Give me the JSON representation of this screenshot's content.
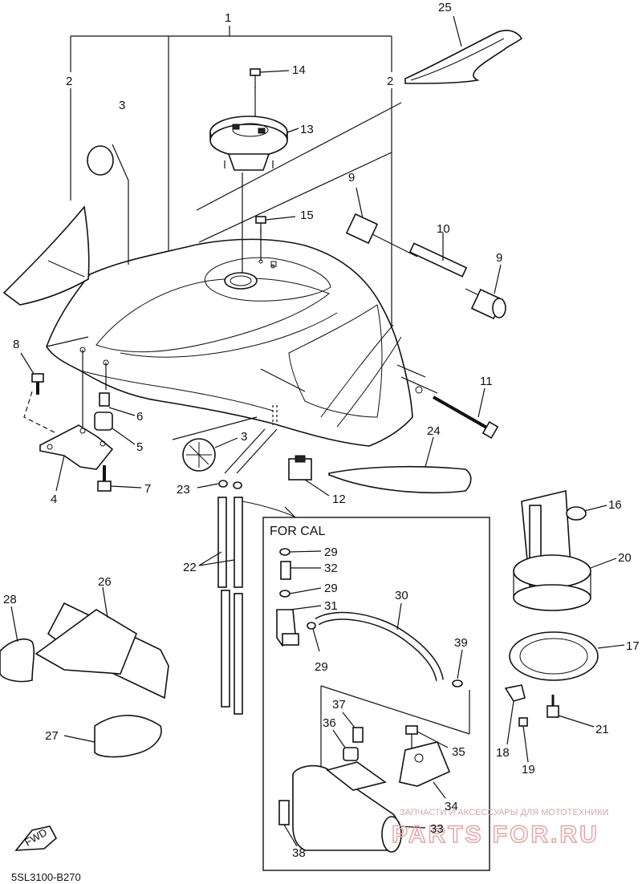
{
  "callouts": {
    "c1": "1",
    "c2a": "2",
    "c2b": "2",
    "c3a": "3",
    "c3b": "3",
    "c4": "4",
    "c5": "5",
    "c6": "6",
    "c7": "7",
    "c8": "8",
    "c9a": "9",
    "c9b": "9",
    "c10": "10",
    "c11": "11",
    "c12": "12",
    "c13": "13",
    "c14": "14",
    "c15": "15",
    "c16": "16",
    "c17": "17",
    "c18": "18",
    "c19": "19",
    "c20": "20",
    "c21": "21",
    "c22": "22",
    "c23": "23",
    "c24": "24",
    "c25": "25",
    "c26": "26",
    "c27": "27",
    "c28": "28",
    "c29a": "29",
    "c29b": "29",
    "c29c": "29",
    "c30": "30",
    "c31": "31",
    "c32": "32",
    "c33": "33",
    "c34": "34",
    "c35": "35",
    "c36": "36",
    "c37": "37",
    "c38": "38",
    "c39": "39"
  },
  "inset_title": "FOR CAL",
  "diagram_code": "5SL3100-B270",
  "fwd_label": "FWD",
  "watermark": {
    "tagline": "ЗАПЧАСТИ И АКСЕССУАРЫ ДЛЯ МОТОТЕХНИКИ",
    "brand": "PARTS FOR.RU"
  }
}
